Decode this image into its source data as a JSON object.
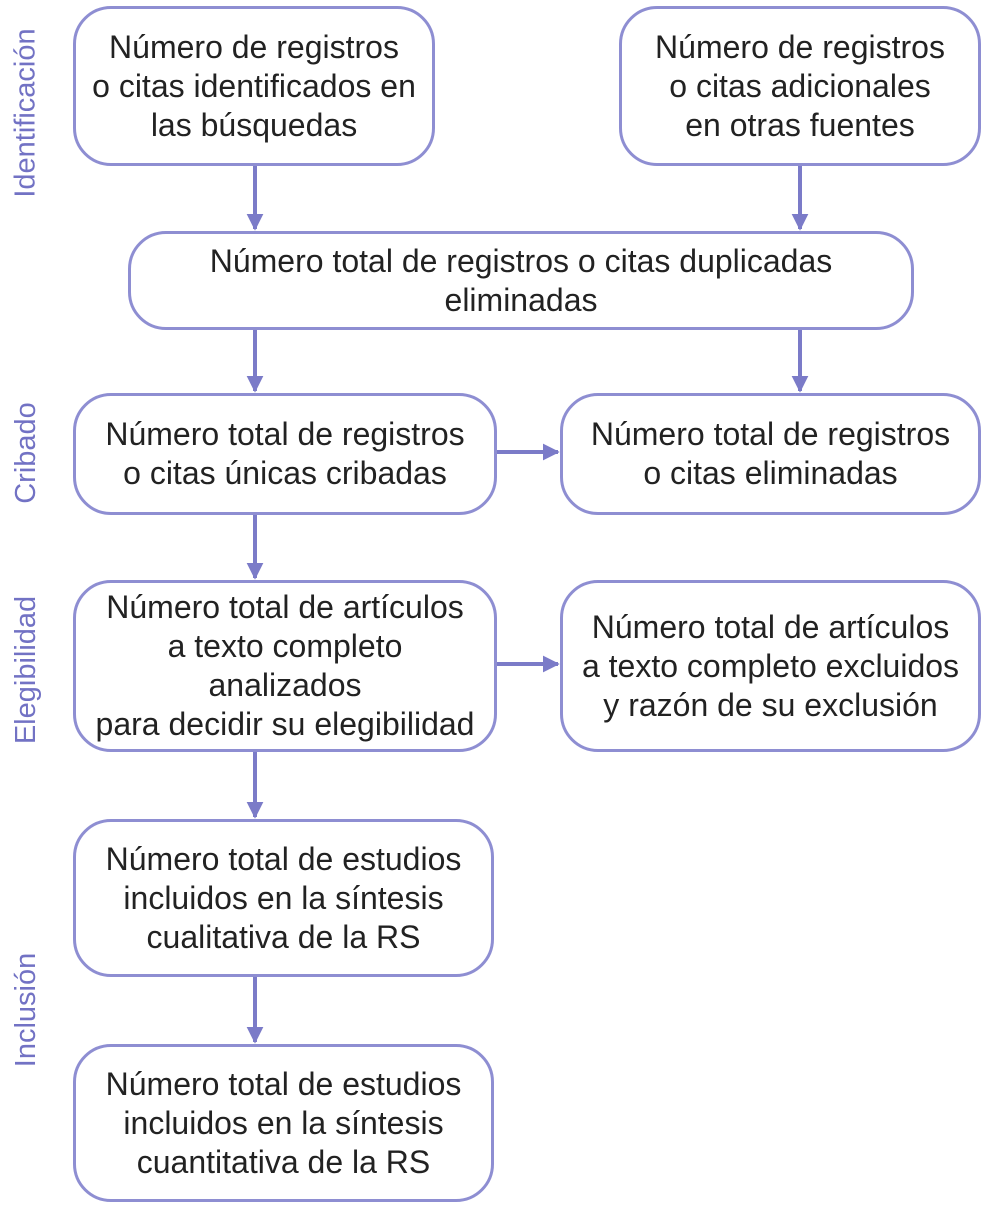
{
  "stages": {
    "identificacion": "Identificación",
    "cribado": "Cribado",
    "elegibilidad": "Elegibilidad",
    "inclusion": "Inclusión"
  },
  "nodes": {
    "registros_busquedas": "Número de registros\no citas identificados en\nlas búsquedas",
    "registros_adicionales": "Número de registros\no citas adicionales\nen otras fuentes",
    "duplicadas_eliminadas": "Número total de registros o citas duplicadas\neliminadas",
    "unicas_cribadas": "Número total de registros\no citas únicas cribadas",
    "citas_eliminadas": "Número total de registros\no citas eliminadas",
    "articulos_analizados": "Número total de artículos\na texto completo analizados\npara decidir su elegibilidad",
    "articulos_excluidos": "Número total de artículos\na texto completo excluidos\ny razón de su exclusión",
    "sintesis_cualitativa": "Número total de estudios\nincluidos en la síntesis\ncualitativa de la RS",
    "sintesis_cuantitativa": "Número total de estudios\nincluidos en la síntesis\ncuantitativa de la RS"
  },
  "colors": {
    "border": "#8e8ed2",
    "arrow": "#7b7bc8",
    "stage_label": "#7272c4",
    "text": "#222222"
  }
}
